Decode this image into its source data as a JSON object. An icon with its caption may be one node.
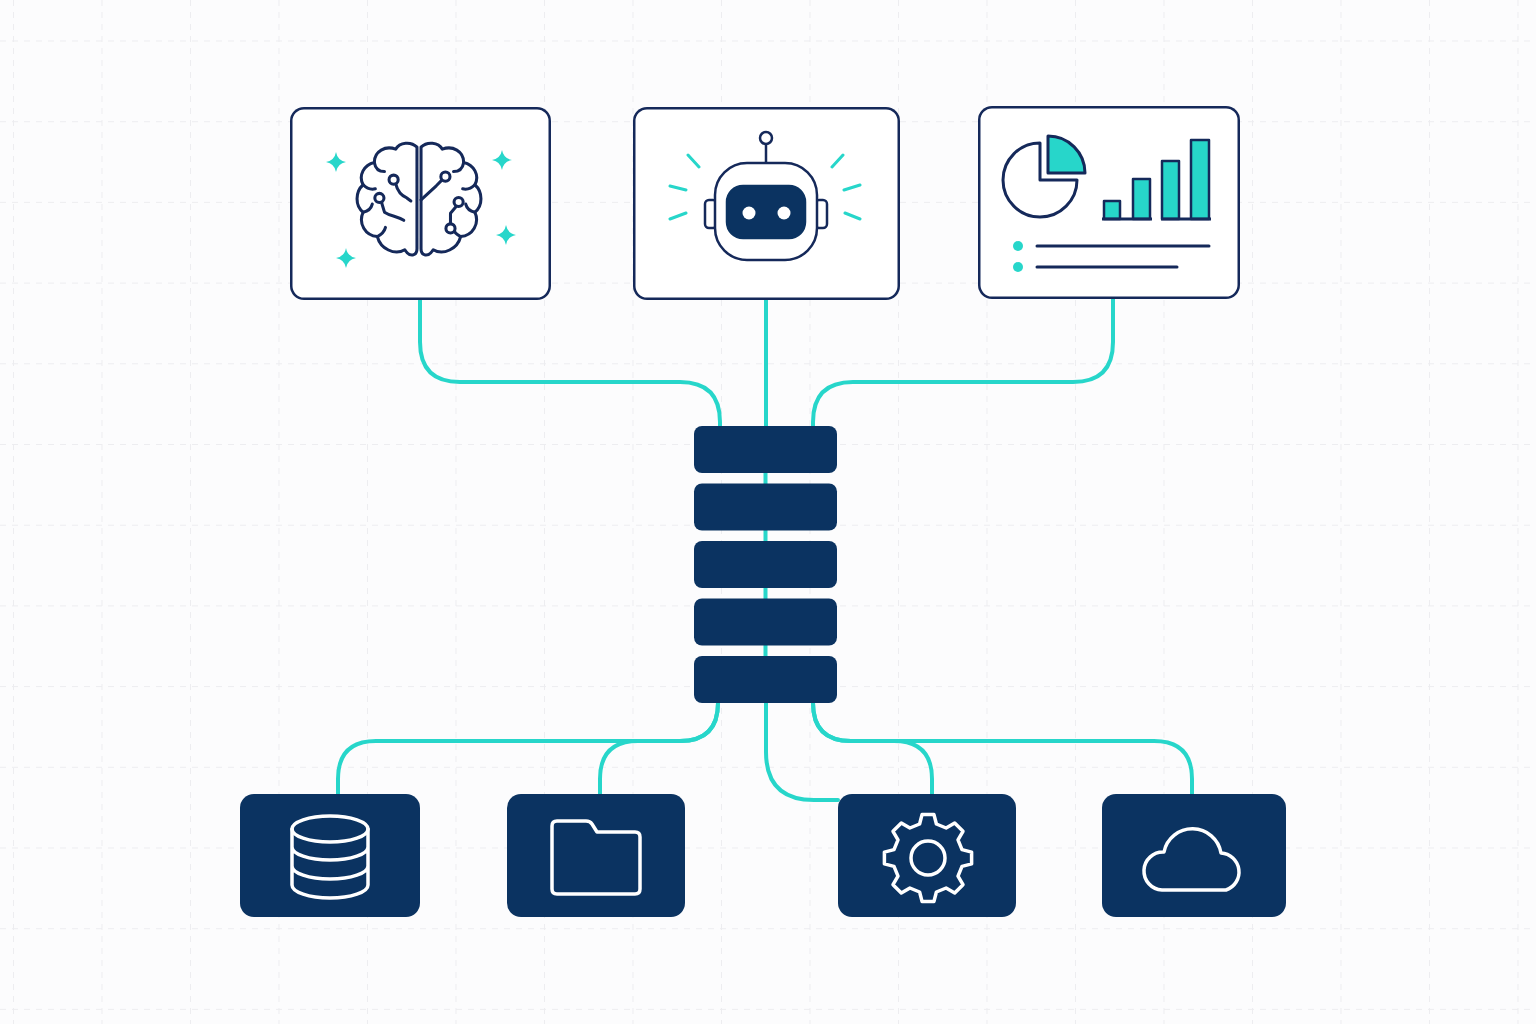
{
  "diagram": {
    "nodes": [
      {
        "text": [],
        "shape": "picture"
      },
      {
        "text": [],
        "shape": "picture"
      },
      {
        "text": [],
        "shape": "picture"
      },
      {
        "text": [],
        "shape": "server"
      },
      {
        "text": [],
        "shape": "picture"
      },
      {
        "text": [],
        "shape": "picture"
      },
      {
        "text": [],
        "shape": "picture"
      },
      {
        "text": [],
        "shape": "picture"
      }
    ],
    "edges": [
      {
        "from": 0,
        "to": 3,
        "arrow": "none"
      },
      {
        "from": 1,
        "to": 3,
        "arrow": "none"
      },
      {
        "from": 2,
        "to": 3,
        "arrow": "none"
      },
      {
        "from": 3,
        "to": 4,
        "arrow": "none"
      },
      {
        "from": 3,
        "to": 5,
        "arrow": "none"
      },
      {
        "from": 3,
        "to": 6,
        "arrow": "none"
      },
      {
        "from": 3,
        "to": 6,
        "arrow": "none"
      },
      {
        "from": 3,
        "to": 7,
        "arrow": "none"
      }
    ]
  }
}
